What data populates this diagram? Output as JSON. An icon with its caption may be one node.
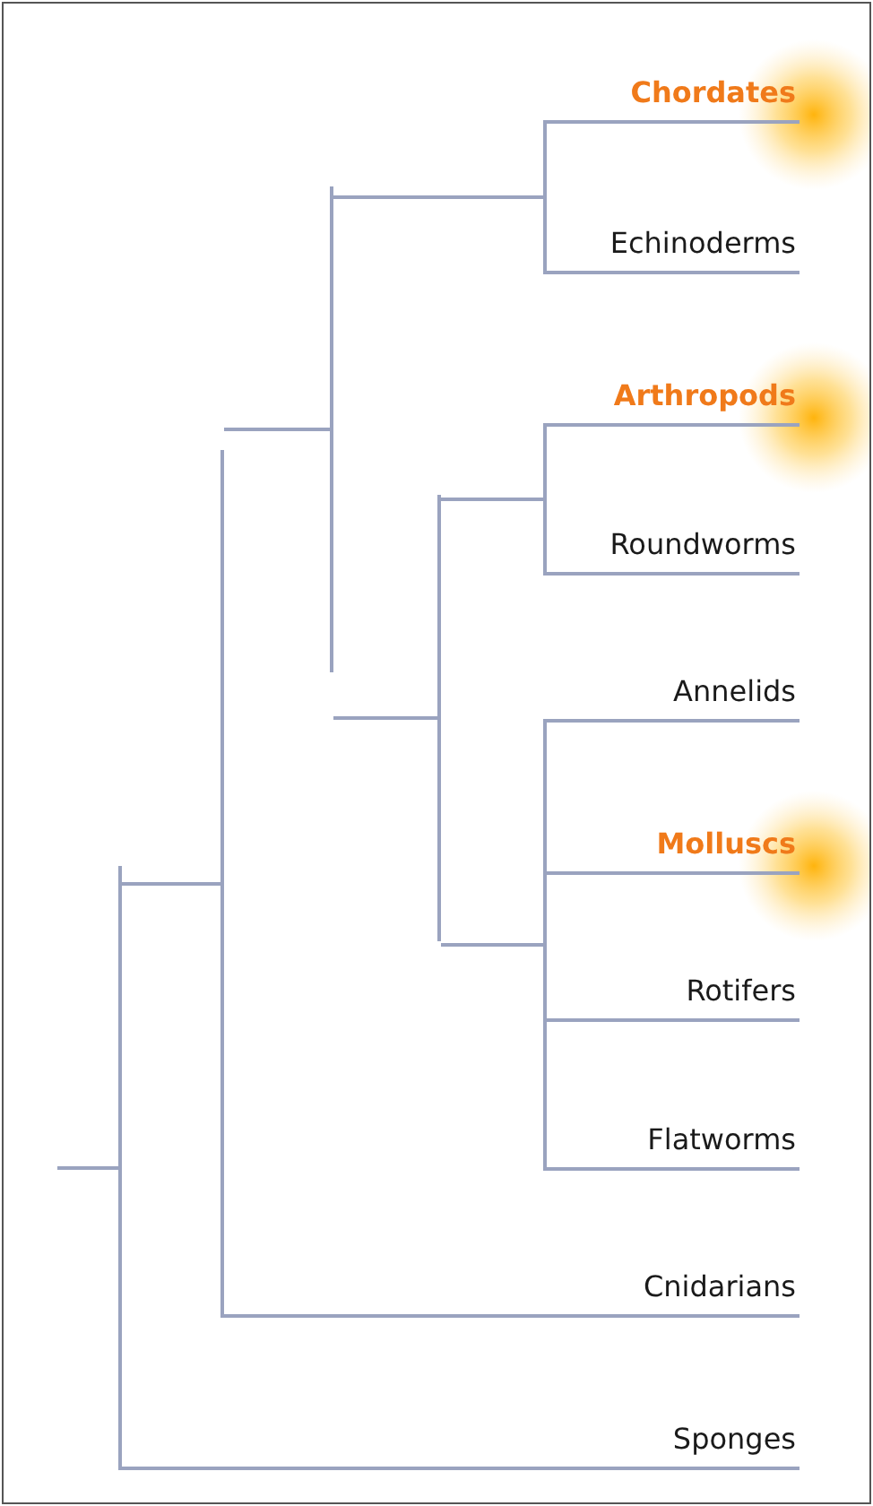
{
  "diagram": {
    "nodes": [
      {
        "text": [
          "Chordates"
        ]
      },
      {
        "text": [
          "Echinoderms"
        ]
      },
      {
        "text": [
          "Arthropods"
        ]
      },
      {
        "text": [
          "Roundworms"
        ]
      },
      {
        "text": [
          "Annelids"
        ]
      },
      {
        "text": [
          "Molluscs"
        ]
      },
      {
        "text": [
          "Rotifers"
        ]
      },
      {
        "text": [
          "Flatworms"
        ]
      },
      {
        "text": [
          "Cnidarians"
        ]
      },
      {
        "text": [
          "Sponges"
        ]
      },
      {
        "text": [],
        "shape": "bar"
      },
      {
        "text": [],
        "shape": "bar"
      },
      {
        "text": [],
        "shape": "bar"
      },
      {
        "text": [],
        "shape": "bar"
      },
      {
        "text": [],
        "shape": "bar"
      },
      {
        "text": [],
        "shape": "bar"
      },
      {
        "text": [],
        "shape": "bar"
      }
    ],
    "edges": [
      {
        "from": null,
        "to": 10,
        "arrow": "none"
      },
      {
        "from": 10,
        "to": 11,
        "arrow": "none"
      },
      {
        "from": 10,
        "to": 9,
        "arrow": "none"
      },
      {
        "from": 11,
        "to": 12,
        "arrow": "none"
      },
      {
        "from": 11,
        "to": 8,
        "arrow": "none"
      },
      {
        "from": 12,
        "to": 13,
        "arrow": "none"
      },
      {
        "from": 12,
        "to": 14,
        "arrow": "none"
      },
      {
        "from": 13,
        "to": 0,
        "arrow": "none"
      },
      {
        "from": 13,
        "to": 1,
        "arrow": "none"
      },
      {
        "from": 14,
        "to": 15,
        "arrow": "none"
      },
      {
        "from": 14,
        "to": 16,
        "arrow": "none"
      },
      {
        "from": 15,
        "to": 2,
        "arrow": "none"
      },
      {
        "from": 15,
        "to": 3,
        "arrow": "none"
      },
      {
        "from": 16,
        "to": 4,
        "arrow": "none"
      },
      {
        "from": 16,
        "to": 5,
        "arrow": "none"
      },
      {
        "from": 16,
        "to": 6,
        "arrow": "none"
      },
      {
        "from": 16,
        "to": 7,
        "arrow": "none"
      }
    ]
  }
}
